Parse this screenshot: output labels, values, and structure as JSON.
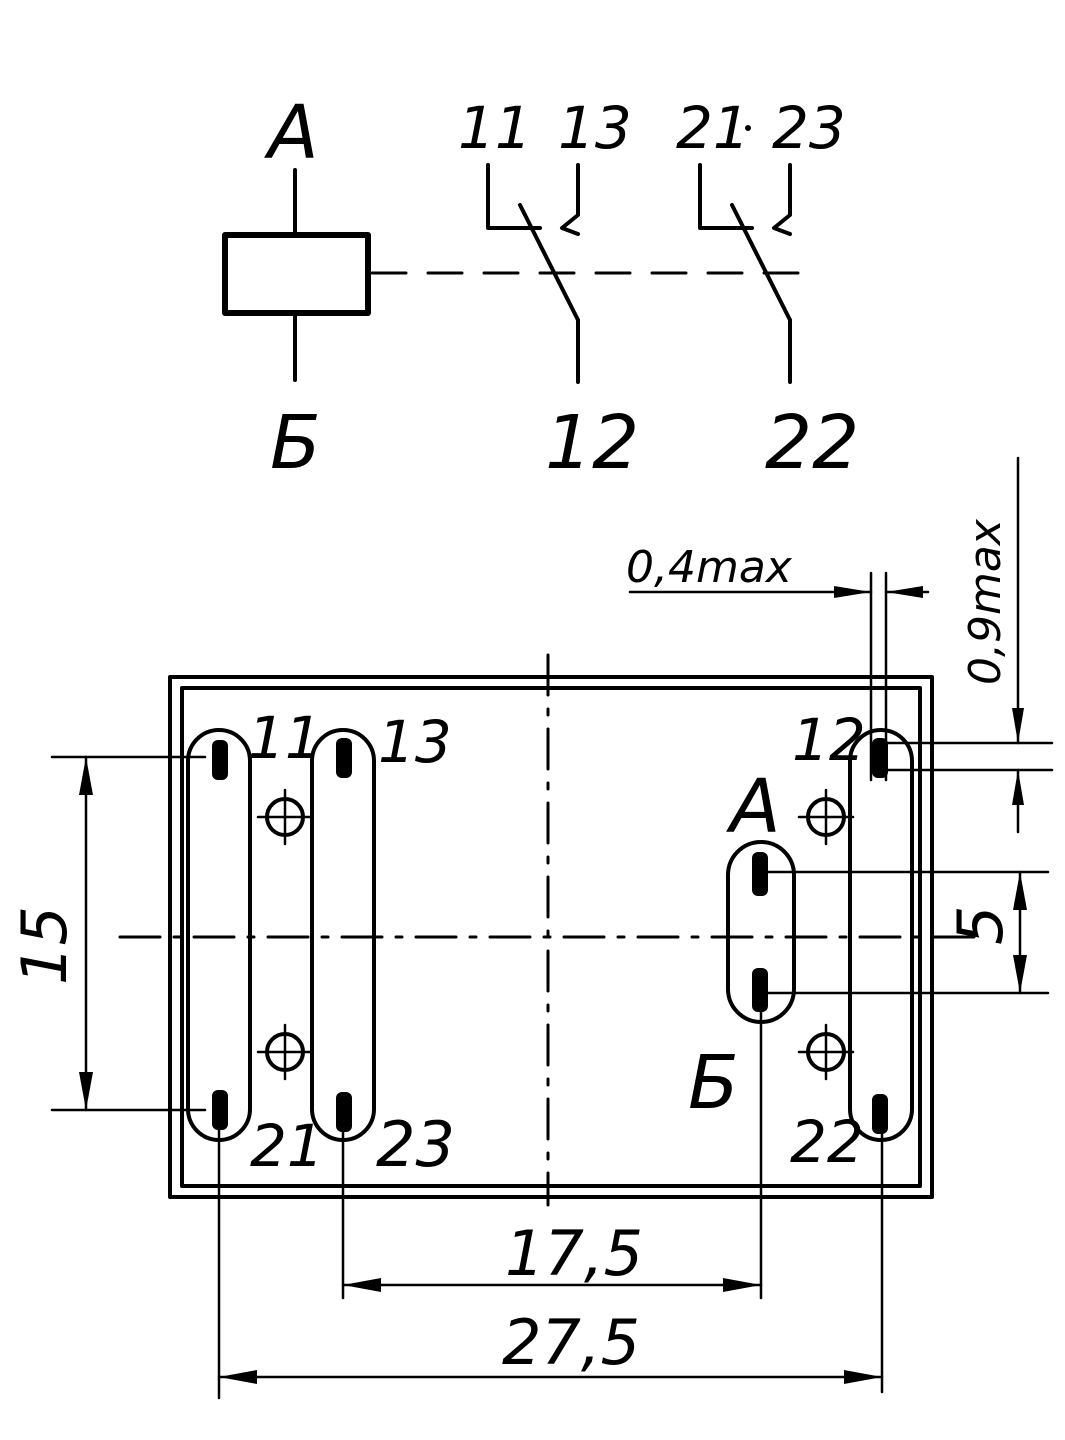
{
  "schematic": {
    "coil_top_label": "А",
    "coil_bottom_label": "Б",
    "contact1_common": "11",
    "contact1_no": "13",
    "contact1_nc": "12",
    "contact2_common": "21",
    "contact2_no": "23",
    "contact2_nc": "22"
  },
  "footprint": {
    "pin_labels": {
      "p11": "11",
      "p13": "13",
      "p12": "12",
      "p21": "21",
      "p23": "23",
      "p22": "22",
      "coil_a": "А",
      "coil_b": "Б"
    },
    "dimensions": {
      "height_15": "15",
      "spacing_5": "5",
      "span_17_5": "17,5",
      "span_27_5": "27,5",
      "tol_0_4": "0,4max",
      "tol_0_9": "0,9max"
    }
  }
}
